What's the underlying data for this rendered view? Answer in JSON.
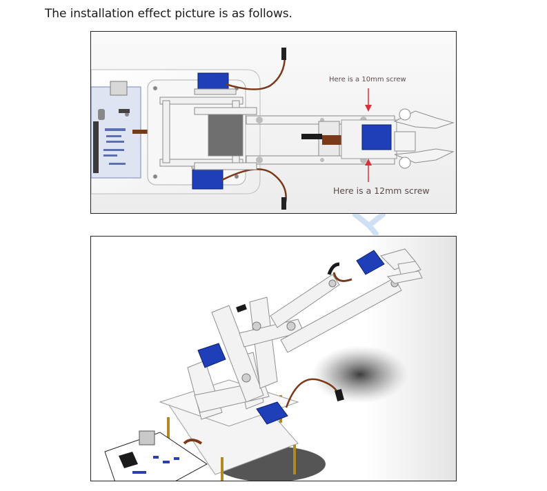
{
  "document": {
    "intro_text": "The installation effect picture is as follows."
  },
  "figure_top": {
    "annotation_top": "Here is a 10mm screw",
    "annotation_bottom": "Here is a 12mm screw"
  },
  "colors": {
    "servo_blue": "#1f3fb8",
    "arrow_red": "#d9313a",
    "board_blue": "#d8def2",
    "wire_brown": "#7a3a1a",
    "acrylic": "#f2f2f2"
  }
}
